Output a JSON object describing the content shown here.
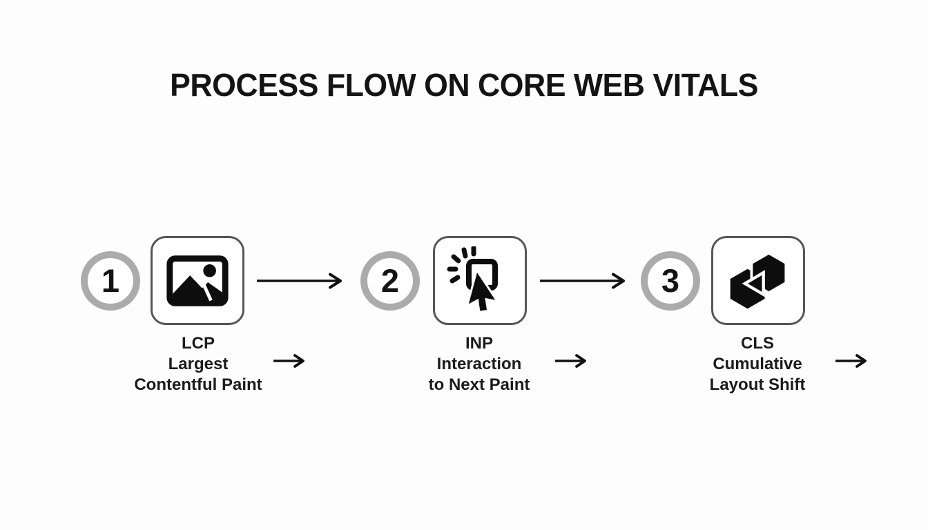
{
  "title": "PROCESS FLOW ON CORE WEB VITALS",
  "colors": {
    "background": "#fdfdfd",
    "text": "#161616",
    "circle_ring": "#ababab",
    "box_border": "#565656",
    "arrow": "#111111",
    "icon": "#0d0d0d"
  },
  "steps": [
    {
      "number": "1",
      "acronym": "LCP",
      "line1": "Largest",
      "line2": "Contentful Paint",
      "icon": "image-icon"
    },
    {
      "number": "2",
      "acronym": "INP",
      "line1": "Interaction",
      "line2": "to Next Paint",
      "icon": "click-pointer-icon"
    },
    {
      "number": "3",
      "acronym": "CLS",
      "line1": "Cumulative",
      "line2": "Layout Shift",
      "icon": "layout-shift-icon"
    }
  ]
}
